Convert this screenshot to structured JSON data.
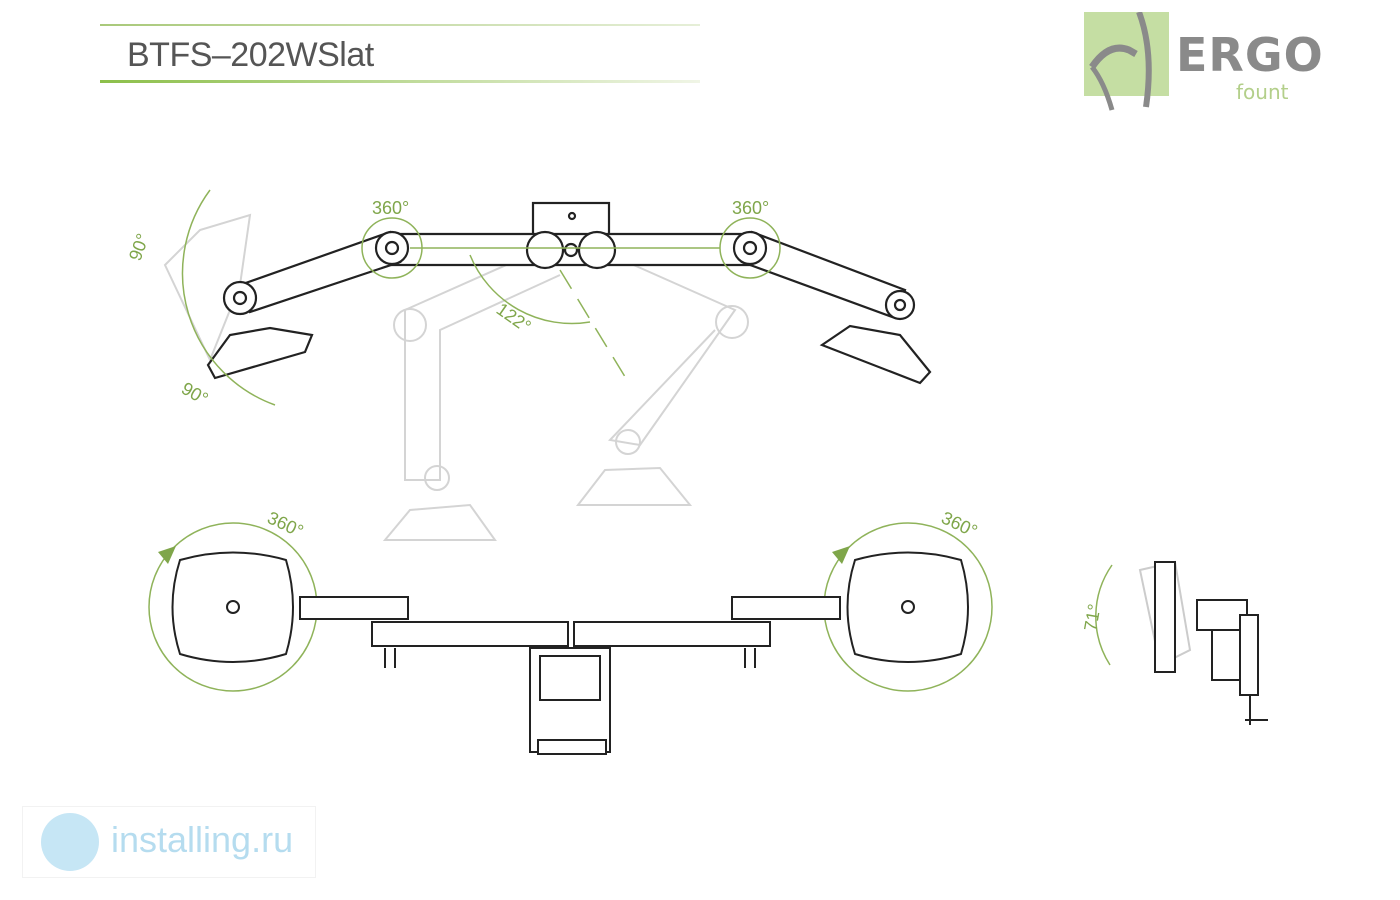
{
  "header": {
    "title": "BTFS–202WSlat"
  },
  "logo": {
    "brand": "ERGO",
    "sub": "fount"
  },
  "annotations": {
    "rot_left_arm": "360°",
    "rot_right_arm": "360°",
    "tilt_up": "90°",
    "tilt_down": "90°",
    "swing": "122°",
    "rot_left_plate": "360°",
    "rot_right_plate": "360°",
    "side_tilt": "71°"
  },
  "colors": {
    "accent": "#7fa64a",
    "line": "#222222",
    "ghost": "#d0d0d0"
  },
  "watermark": {
    "text": "installing.ru"
  }
}
